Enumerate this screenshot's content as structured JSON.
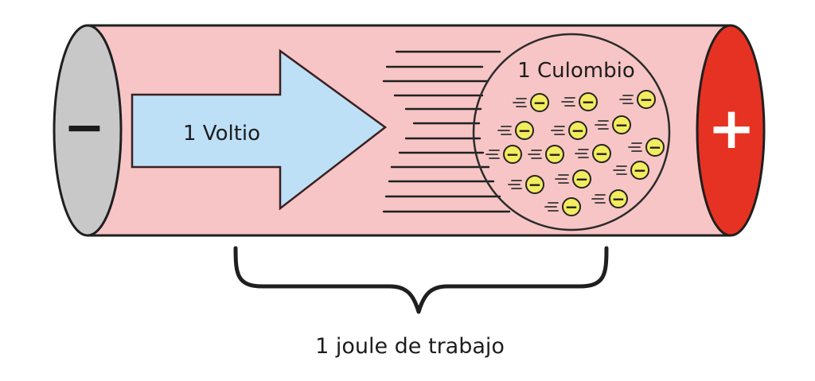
{
  "diagram": {
    "negative_terminal_symbol": "−",
    "positive_terminal_symbol": "+",
    "arrow_label": "1 Voltio",
    "charge_label": "1 Culombio",
    "electron_symbol": "−",
    "bracket_label": "1 joule de trabajo"
  },
  "colors": {
    "tube_body": "#f7c5c5",
    "negative_end": "#c8c8c8",
    "positive_end": "#e63222",
    "arrow_fill": "#bde0f7",
    "electron_fill": "#f3ec5e",
    "outline": "#1f1f1f"
  }
}
